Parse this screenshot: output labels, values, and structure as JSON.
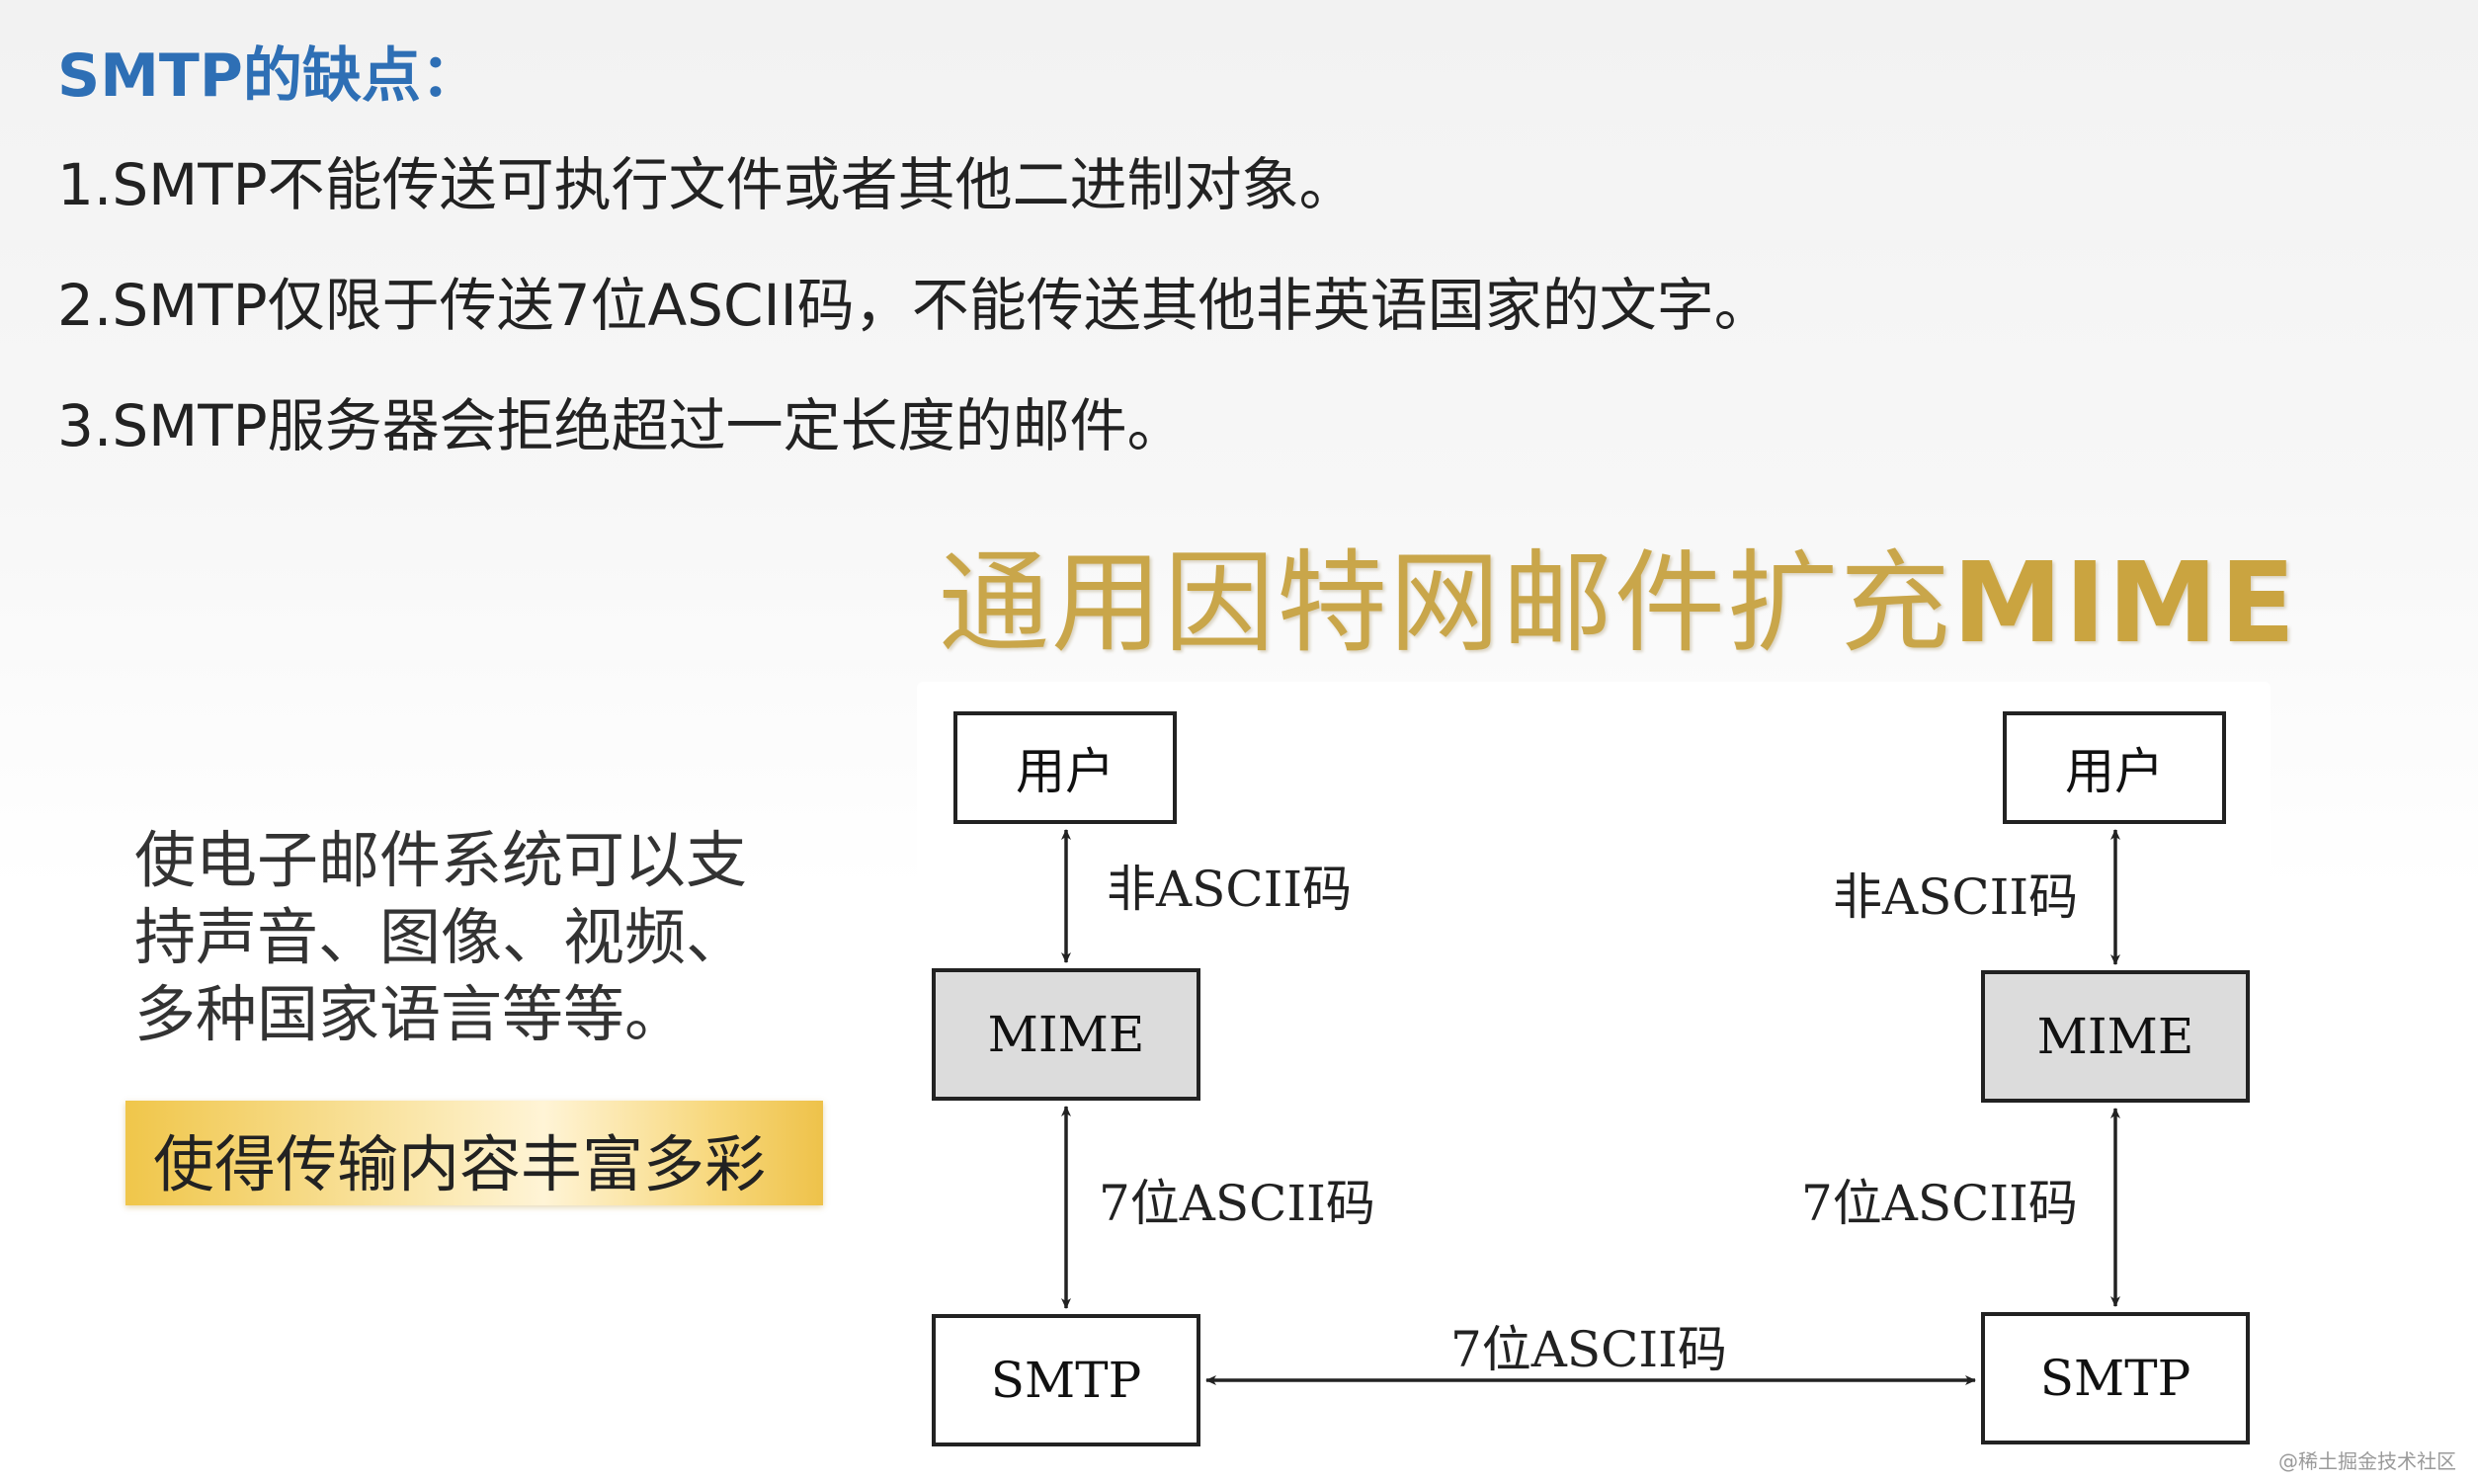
{
  "heading": "SMTP的缺点：",
  "points": [
    "1.SMTP不能传送可执行文件或者其他二进制对象。",
    "2.SMTP仅限于传送7位ASCII码，不能传送其他非英语国家的文字。",
    "3.SMTP服务器会拒绝超过一定长度的邮件。"
  ],
  "mime_title": {
    "cn": "通用因特网邮件扩充",
    "latin": "MIME"
  },
  "description": [
    "使电子邮件系统可以支",
    "持声音、图像、视频、",
    "多种国家语言等等。"
  ],
  "highlight": "使得传输内容丰富多彩",
  "diagram": {
    "left": {
      "user": "用户",
      "mime": "MIME",
      "smtp": "SMTP",
      "label_top": "非ASCII码",
      "label_bottom": "7位ASCII码"
    },
    "right": {
      "user": "用户",
      "mime": "MIME",
      "smtp": "SMTP",
      "label_top": "非ASCII码",
      "label_bottom": "7位ASCII码"
    },
    "label_middle": "7位ASCII码"
  },
  "watermark": "@稀土掘金技术社区",
  "colors": {
    "heading": "#2e6fb5",
    "title_gold": "#c9a64a",
    "highlight_gold": "#f0c64a",
    "mime_box_fill": "#dcdcdc"
  }
}
